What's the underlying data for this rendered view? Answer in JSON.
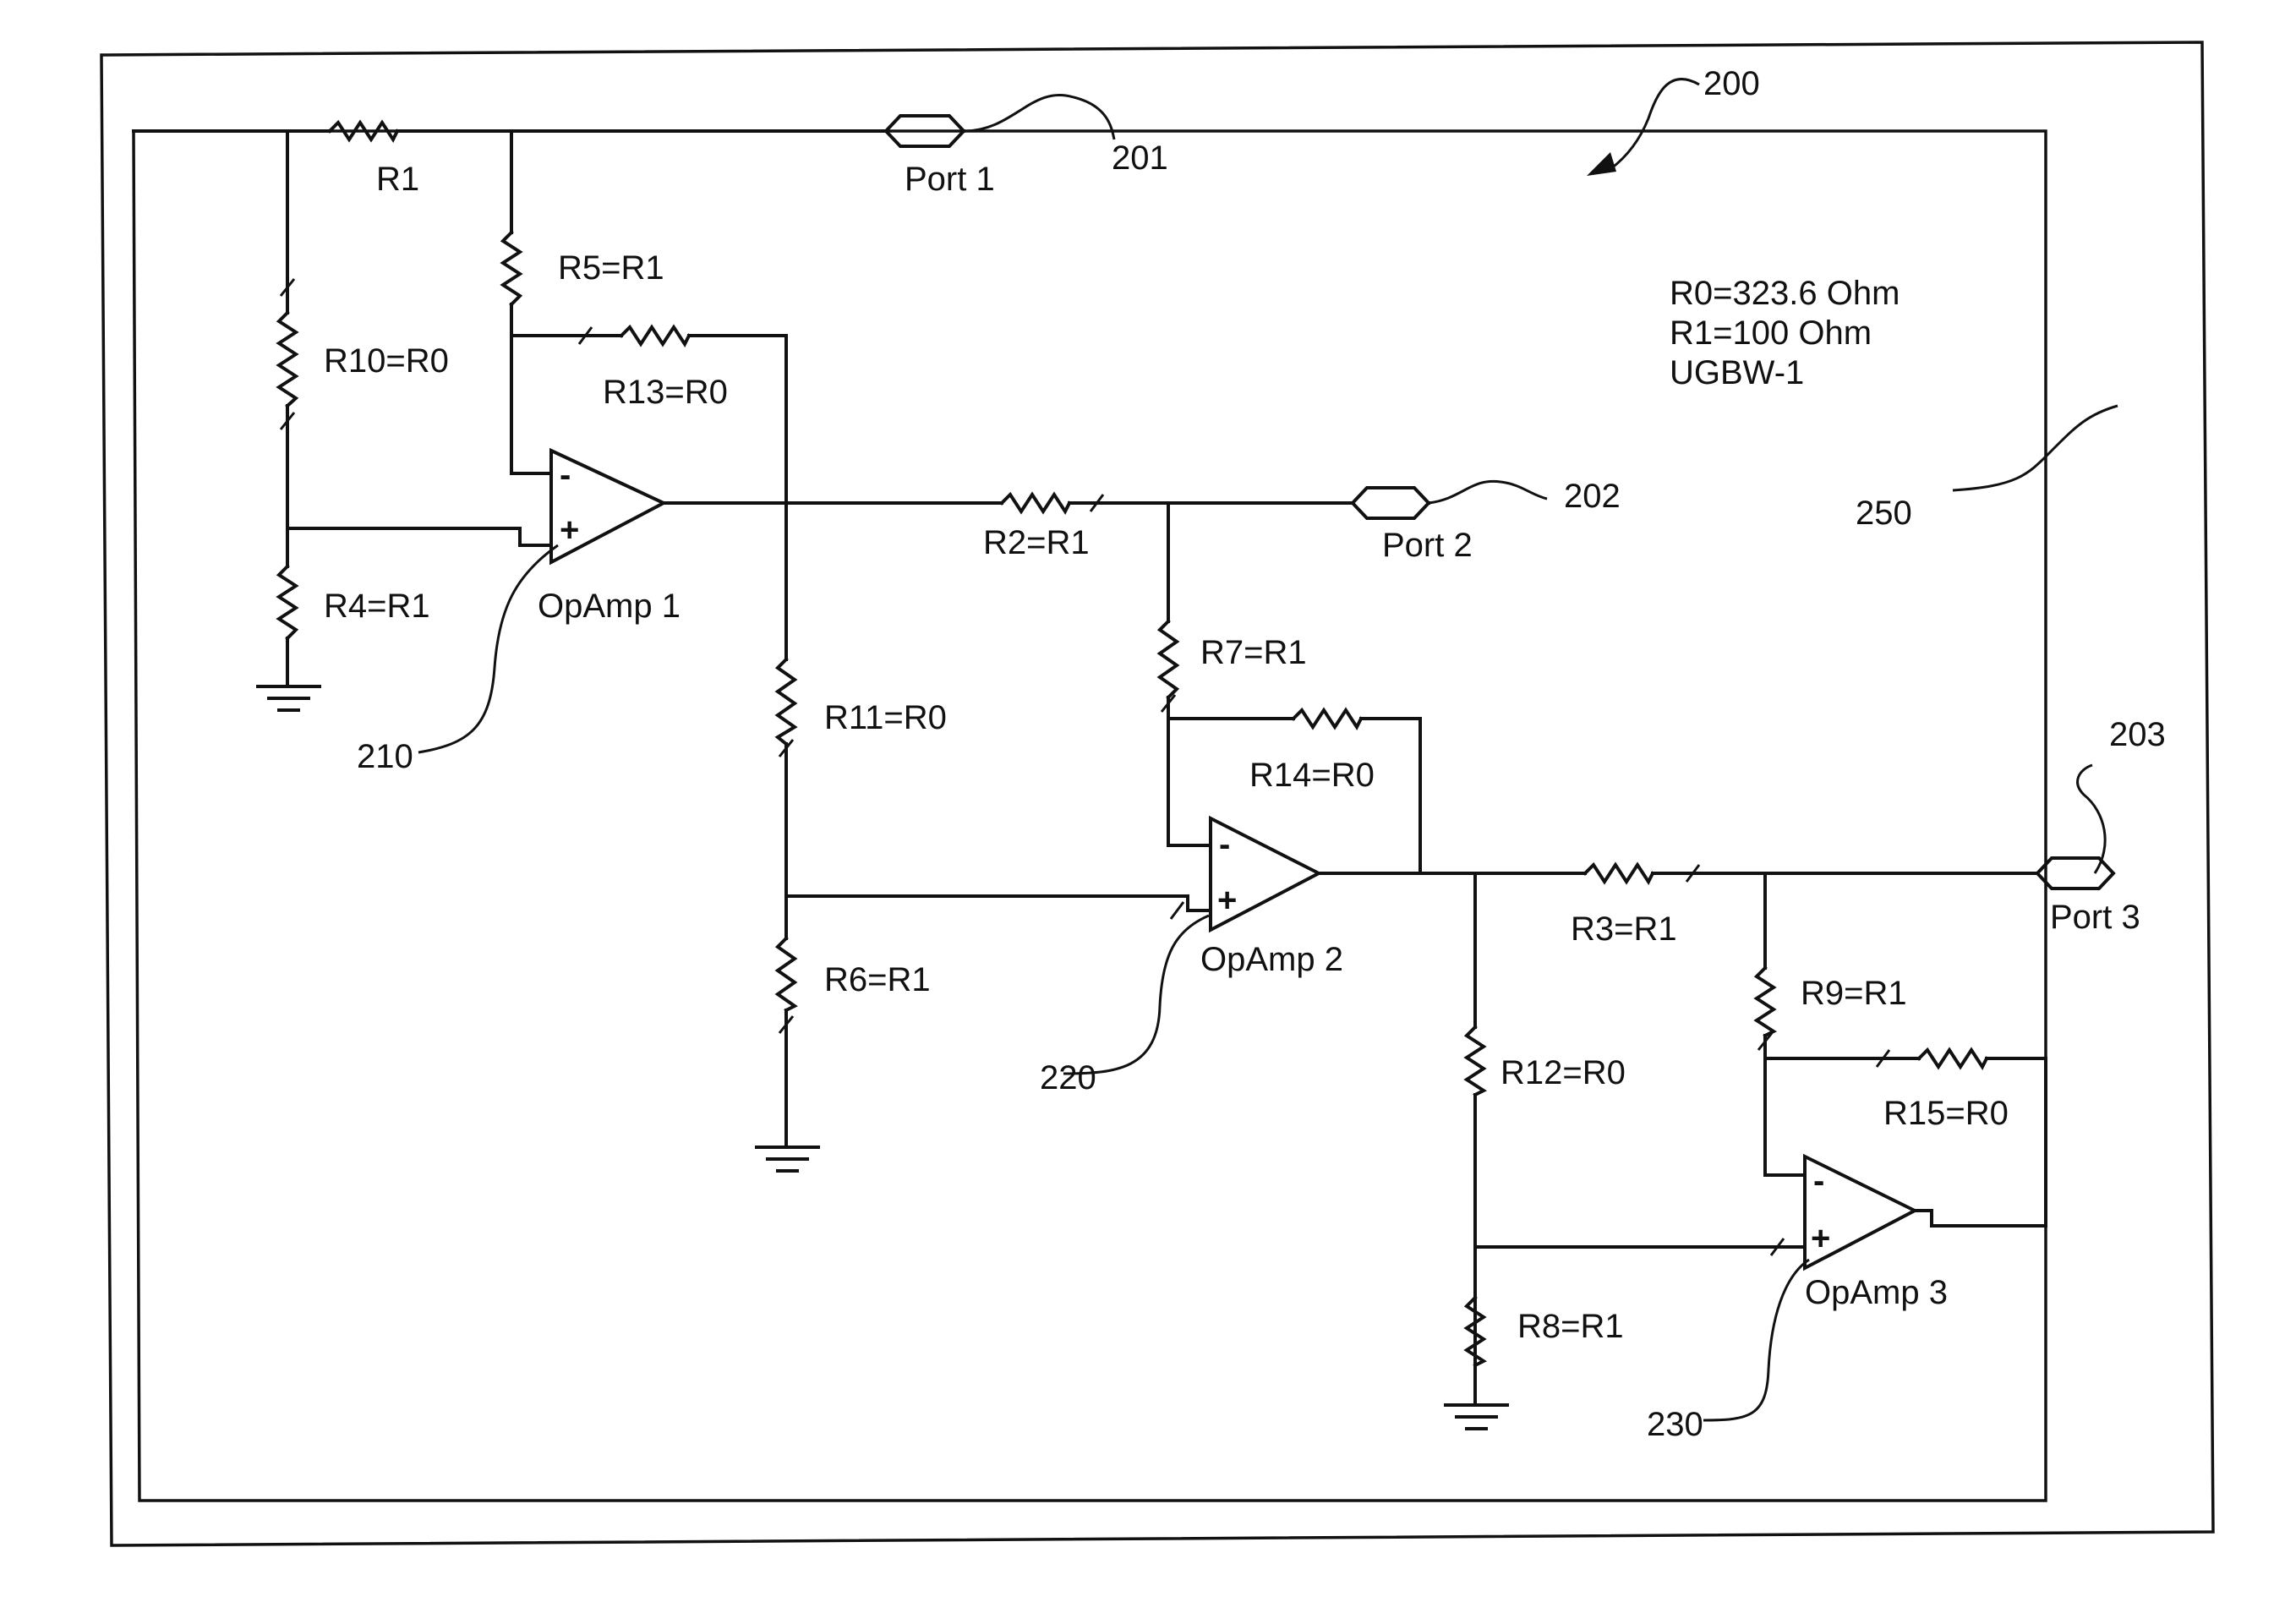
{
  "figure_ref": "200",
  "area_ref": "250",
  "params": [
    "R0=323.6 Ohm",
    "R1=100 Ohm",
    "UGBW-1"
  ],
  "ports": [
    {
      "label": "Port 1",
      "ref": "201"
    },
    {
      "label": "Port 2",
      "ref": "202"
    },
    {
      "label": "Port 3",
      "ref": "203"
    }
  ],
  "opamps": [
    {
      "label": "OpAmp 1",
      "ref": "210"
    },
    {
      "label": "OpAmp 2",
      "ref": "220"
    },
    {
      "label": "OpAmp 3",
      "ref": "230"
    }
  ],
  "pins": {
    "minus": "-",
    "plus": "+"
  },
  "resistors": {
    "r1": "R1",
    "r2": "R2=R1",
    "r3": "R3=R1",
    "r4": "R4=R1",
    "r5": "R5=R1",
    "r6": "R6=R1",
    "r7": "R7=R1",
    "r8": "R8=R1",
    "r9": "R9=R1",
    "r10": "R10=R0",
    "r11": "R11=R0",
    "r12": "R12=R0",
    "r13": "R13=R0",
    "r14": "R14=R0",
    "r15": "R15=R0"
  }
}
